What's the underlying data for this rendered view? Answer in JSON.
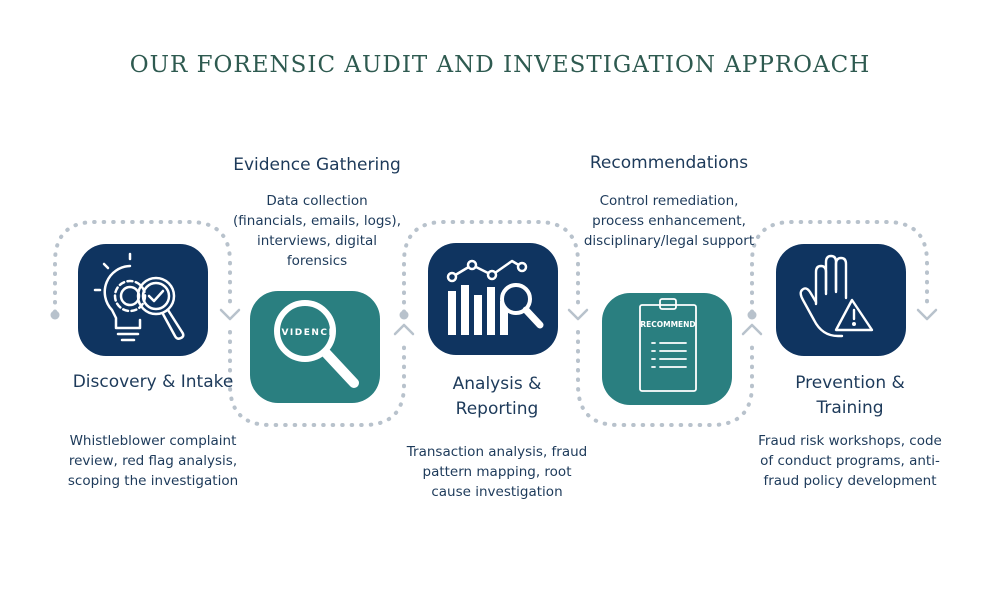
{
  "title": "OUR FORENSIC AUDIT AND INVESTIGATION APPROACH",
  "colors": {
    "navy": "#0f3460",
    "teal": "#2a7f80",
    "connector": "#b8c2cc",
    "title": "#2e5a50"
  },
  "stages": [
    {
      "title": "Discovery & Intake",
      "description": "Whistleblower complaint review, red flag analysis, scoping the investigation",
      "icon": "lightbulb-gear-magnifier-icon"
    },
    {
      "title": "Evidence Gathering",
      "description": "Data collection (financials, emails, logs), interviews, digital forensics",
      "icon": "evidence-magnifier-icon",
      "icon_label": "EVIDENCE"
    },
    {
      "title": "Analysis & Reporting",
      "description": "Transaction analysis, fraud pattern mapping, root cause investigation",
      "icon": "bar-chart-magnifier-icon"
    },
    {
      "title": "Recommendations",
      "description": "Control remediation, process enhancement, disciplinary/legal support",
      "icon": "clipboard-checklist-icon",
      "icon_label": "RECOMMEND"
    },
    {
      "title": "Prevention & Training",
      "description": "Fraud risk workshops, code of conduct programs, anti-fraud policy development",
      "icon": "stop-hand-warning-icon"
    }
  ]
}
